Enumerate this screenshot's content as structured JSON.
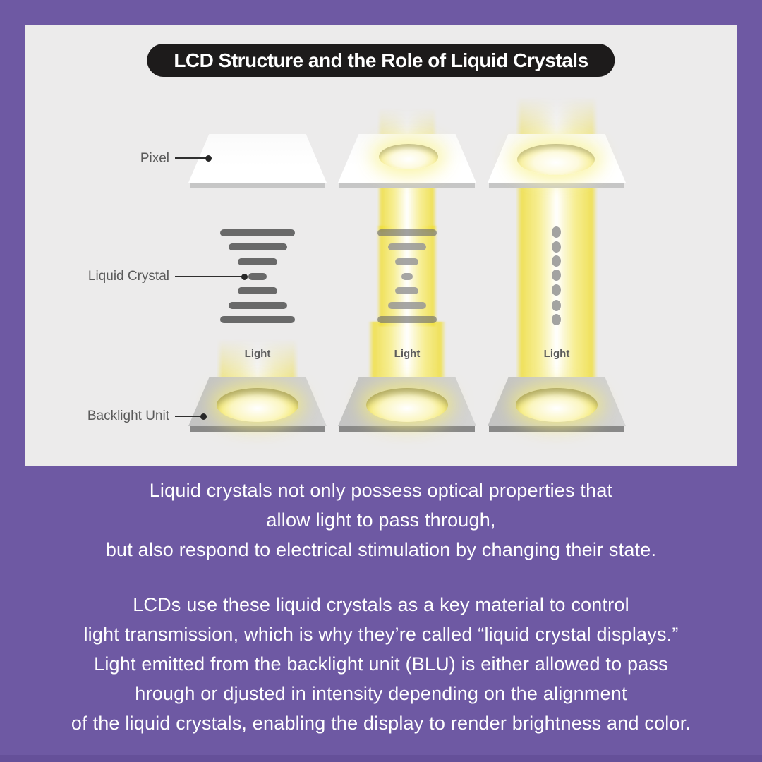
{
  "title": {
    "text": "LCD Structure and the Role of Liquid Crystals"
  },
  "diagram": {
    "labels": {
      "pixel": "Pixel",
      "liquid_crystal": "Liquid Crystal",
      "backlight_unit": "Backlight Unit",
      "light": "Light"
    }
  },
  "body": {
    "paragraph1": [
      "Liquid crystals not only possess optical properties that",
      "allow light to pass through,",
      "but also respond to electrical stimulation by changing their state."
    ],
    "paragraph2": [
      "LCDs use these liquid crystals as a key material to control",
      "light transmission, which is why they’re called “liquid crystal displays.”",
      "Light emitted from the backlight unit (BLU) is either allowed to pass",
      "hrough or djusted in intensity depending on the alignment",
      "of the liquid crystals, enabling the display to render brightness and color."
    ]
  },
  "colors": {
    "background": "#6E59A3",
    "panel": "#ECEBEB",
    "title_pill": "#1D1B1B",
    "beam_yellow": "#F0DE34",
    "crystal_gray": "#696969",
    "platform_gray": "#CBCBCB",
    "text_white": "#FFFFFF"
  }
}
